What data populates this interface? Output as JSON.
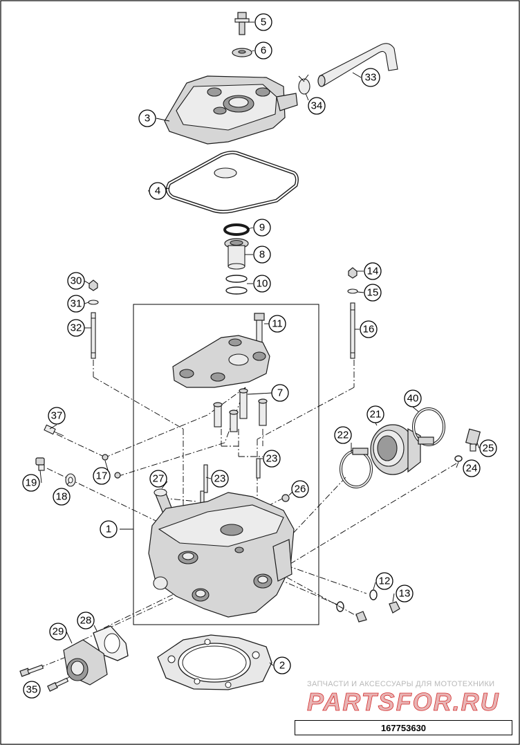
{
  "diagram": {
    "drawing_number": "167753630",
    "watermark_text": "ЗАПЧАСТИ И АКСЕССУАРЫ ДЛЯ МОТОТЕХНИКИ",
    "watermark_logo": "PARTSFOR.RU",
    "callouts": [
      "1",
      "2",
      "3",
      "4",
      "5",
      "6",
      "7",
      "8",
      "9",
      "10",
      "11",
      "12",
      "13",
      "14",
      "15",
      "16",
      "17",
      "18",
      "19",
      "21",
      "22",
      "23",
      "23",
      "24",
      "25",
      "26",
      "27",
      "28",
      "29",
      "30",
      "31",
      "32",
      "33",
      "34",
      "35",
      "37",
      "40"
    ],
    "colors": {
      "line": "#000000",
      "part_fill": "#d6d6d6",
      "watermark_red": "#d42a2a"
    }
  }
}
